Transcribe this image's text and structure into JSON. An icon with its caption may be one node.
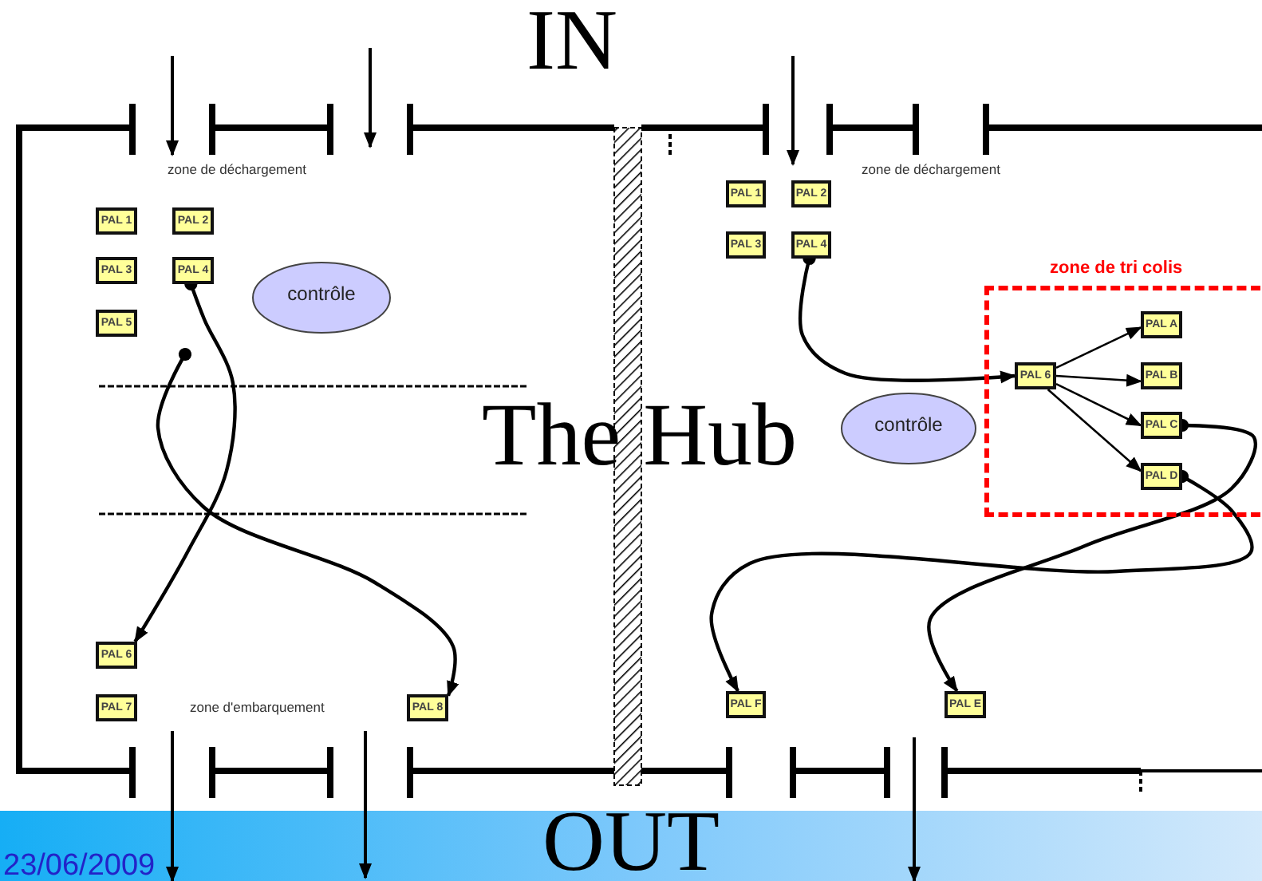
{
  "diagram": {
    "nodes": [
      {
        "text": [
          "PAL 1"
        ]
      },
      {
        "text": [
          "PAL 2"
        ]
      },
      {
        "text": [
          "PAL 3"
        ]
      },
      {
        "text": [
          "PAL 4"
        ]
      },
      {
        "text": [
          "PAL 5"
        ]
      },
      {
        "text": [
          "contrôle"
        ]
      },
      {
        "text": [
          "PAL 6"
        ]
      },
      {
        "text": [
          "PAL 7"
        ]
      },
      {
        "text": [
          "PAL 8"
        ]
      },
      {
        "text": [
          "PAL 1"
        ]
      },
      {
        "text": [
          "PAL 2"
        ]
      },
      {
        "text": [
          "PAL 3"
        ]
      },
      {
        "text": [
          "PAL 4"
        ]
      },
      {
        "text": [
          "zone de tri colis"
        ]
      },
      {
        "text": [
          "PAL 6"
        ],
        "in": 13
      },
      {
        "text": [
          "PAL A"
        ],
        "in": 13
      },
      {
        "text": [
          "PAL B"
        ],
        "in": 13
      },
      {
        "text": [
          "PAL C"
        ],
        "in": 13
      },
      {
        "text": [
          "PAL D"
        ],
        "in": 13
      },
      {
        "text": [
          "contrôle"
        ]
      },
      {
        "text": [
          "PAL F"
        ]
      },
      {
        "text": [
          "PAL E"
        ]
      }
    ],
    "edges": [
      {
        "from": 3,
        "to": 6,
        "arrow": "to"
      },
      {
        "from": null,
        "to": 8,
        "arrow": "to"
      },
      {
        "from": 12,
        "to": 14,
        "arrow": "to"
      },
      {
        "from": 14,
        "to": 15,
        "arrow": "to"
      },
      {
        "from": 14,
        "to": 16,
        "arrow": "to"
      },
      {
        "from": 14,
        "to": 17,
        "arrow": "to"
      },
      {
        "from": 14,
        "to": 18,
        "arrow": "to"
      },
      {
        "from": 17,
        "to": 21,
        "arrow": "to"
      },
      {
        "from": 18,
        "to": 20,
        "arrow": "to"
      }
    ],
    "labels": [
      "IN",
      "zone de déchargement",
      "zone de déchargement",
      "The Hub",
      "zone d'embarquement",
      "23/06/2009",
      "OUT"
    ]
  }
}
